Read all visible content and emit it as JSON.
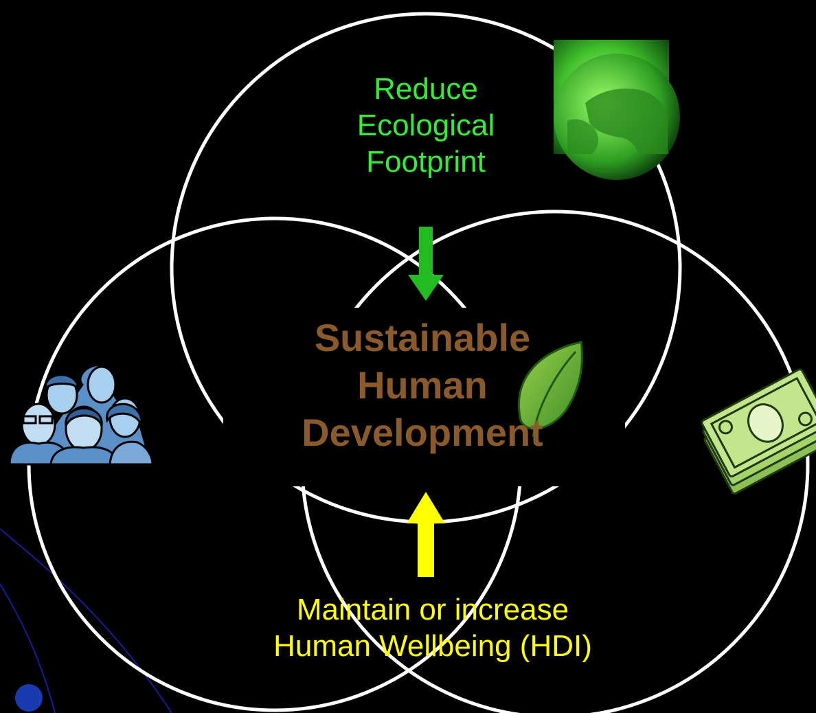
{
  "diagram": {
    "top_label": [
      "Reduce",
      "Ecological",
      "Footprint"
    ],
    "center_label": [
      "Sustainable",
      "Human",
      "Development"
    ],
    "bottom_label": [
      "Maintain or increase",
      "Human Wellbeing (HDI)"
    ],
    "colors": {
      "background": "#000000",
      "circles": "#ffffff",
      "top_label": "#33ee33",
      "center_label": "#8b5a2b",
      "bottom_label": "#ffff00",
      "down_arrow": "#22bb22",
      "up_arrow": "#ffff00"
    },
    "icons": [
      "globe-icon",
      "people-icon",
      "money-icon",
      "leaf-icon"
    ]
  }
}
